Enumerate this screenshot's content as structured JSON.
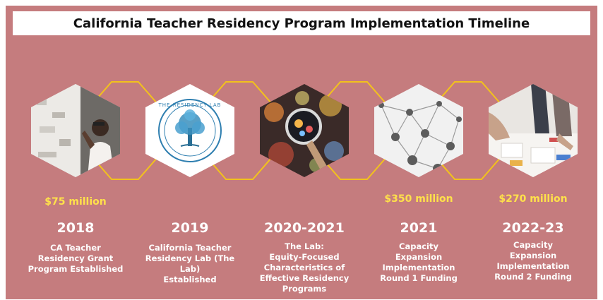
{
  "title": "California Teacher Residency Program Implementation Timeline",
  "colors": {
    "background": "#c57c7e",
    "connector": "#f2c21c",
    "amount": "#ffe14a",
    "text": "#ffffff"
  },
  "milestones": [
    {
      "amount": "$75 million",
      "year": "2018",
      "desc": [
        "CA Teacher",
        "Residency Grant",
        "Program Established"
      ],
      "image": "teacher-at-whiteboard-photo"
    },
    {
      "amount": "",
      "year": "2019",
      "desc": [
        "California Teacher",
        "Residency Lab (The Lab)",
        "Established"
      ],
      "image": "residency-lab-logo",
      "logo_text": "THE RESIDENCY LAB"
    },
    {
      "amount": "",
      "year": "2020-2021",
      "desc": [
        "The Lab:",
        "Equity-Focused",
        "Characteristics of",
        "Effective Residency",
        "Programs"
      ],
      "image": "magnifying-glass-photo"
    },
    {
      "amount": "$350 million",
      "year": "2021",
      "desc": [
        "Capacity",
        "Expansion",
        "Implementation",
        "Round 1 Funding"
      ],
      "image": "network-nodes-photo"
    },
    {
      "amount": "$270 million",
      "year": "2022-23",
      "desc": [
        "Capacity",
        "Expansion",
        "Implementation",
        "Round 2 Funding"
      ],
      "image": "team-meeting-photo"
    }
  ]
}
